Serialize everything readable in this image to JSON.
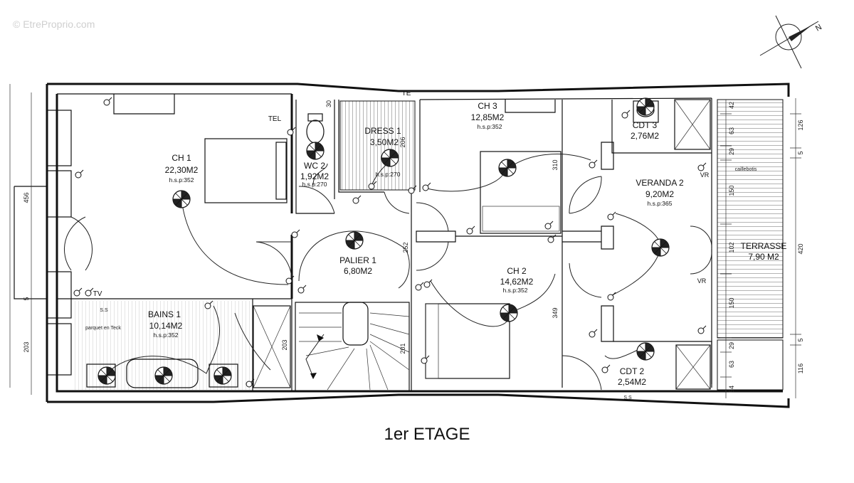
{
  "watermark": "© EtreProprio.com",
  "caption": "1er ETAGE",
  "compass_label": "N",
  "rooms": {
    "ch1": {
      "name": "CH 1",
      "area": "22,30M2",
      "hsp": "h.s.p:352"
    },
    "wc2": {
      "name": "WC 2",
      "area": "1,92M2",
      "hsp": "h.s.p:270"
    },
    "dress1": {
      "name": "DRESS 1",
      "area": "3,50M2",
      "hsp": "h.s.p:270"
    },
    "ch3": {
      "name": "CH 3",
      "area": "12,85M2",
      "hsp": "h.s.p:352"
    },
    "cdt3": {
      "name": "CDT 3",
      "area": "2,76M2"
    },
    "veranda2": {
      "name": "VERANDA 2",
      "area": "9,20M2",
      "hsp": "h.s.p:365"
    },
    "palier1": {
      "name": "PALIER 1",
      "area": "6,80M2"
    },
    "ch2": {
      "name": "CH 2",
      "area": "14,62M2",
      "hsp": "h.s.p:352"
    },
    "bains1": {
      "name": "BAINS 1",
      "area": "10,14M2",
      "hsp": "h.s.p:352"
    },
    "terrasse": {
      "name": "TERRASSE",
      "area": "7,90 M2"
    },
    "cdt2": {
      "name": "CDT 2",
      "area": "2,54M2"
    }
  },
  "annotations": {
    "tel": "TEL",
    "tv": "TV",
    "te": "TE",
    "vr1": "VR",
    "vr2": "VR",
    "caillebotis": "caillebotis",
    "parquet": "parquet en Teck",
    "ss1": "S.S",
    "ss2": "S.S"
  },
  "dimensions": {
    "left_456": "456",
    "left_5": "5",
    "left_203": "203",
    "d30": "30",
    "d206": "206",
    "d310": "310",
    "d252": "252",
    "d349": "349",
    "d203b": "203",
    "d201": "201",
    "r42": "42",
    "r63a": "63",
    "r29a": "29",
    "r150a": "150",
    "r102": "102",
    "r150b": "150",
    "r29b": "29",
    "r63b": "63",
    "r54": "54",
    "o126": "126",
    "o5a": "5",
    "o420": "420",
    "o5b": "5",
    "o116": "116"
  }
}
